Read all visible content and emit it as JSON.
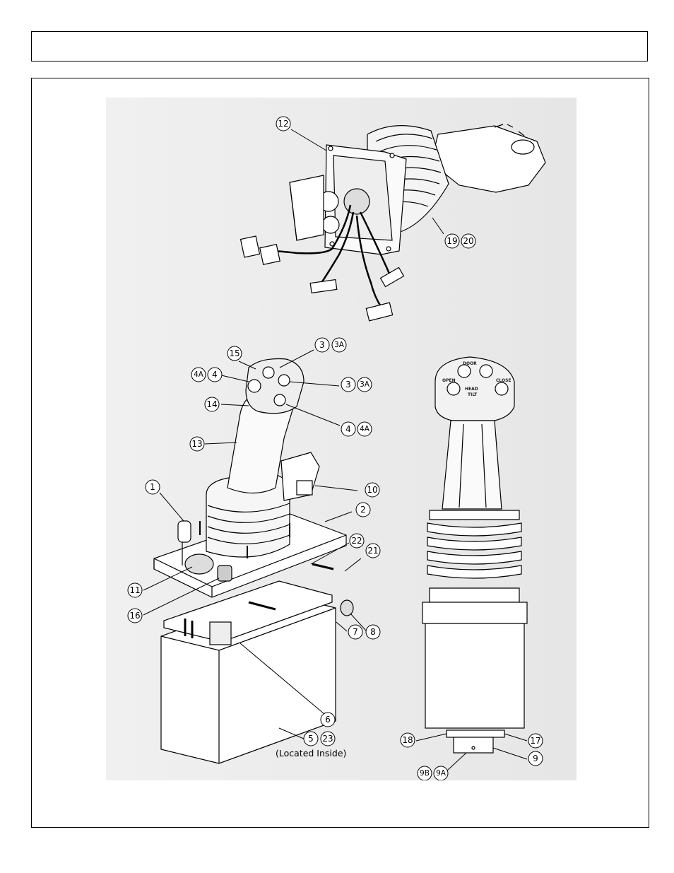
{
  "header": {
    "title": ""
  },
  "callouts": {
    "c1": "1",
    "c2": "2",
    "c3": "3",
    "c3a": "3A",
    "c4": "4",
    "c4a": "4A",
    "c5": "5",
    "c6": "6",
    "c7": "7",
    "c8": "8",
    "c9": "9",
    "c9a": "9A",
    "c9b": "9B",
    "c10": "10",
    "c11": "11",
    "c12": "12",
    "c13": "13",
    "c14": "14",
    "c15": "15",
    "c16": "16",
    "c17": "17",
    "c18": "18",
    "c19": "19",
    "c20": "20",
    "c21": "21",
    "c22": "22",
    "c23": "23"
  },
  "note_located_inside": "(Located Inside)",
  "handle_labels": {
    "door": "DOOR",
    "head": "HEAD",
    "tilt": "TILT",
    "open": "OPEN",
    "close": "CLOSE"
  }
}
